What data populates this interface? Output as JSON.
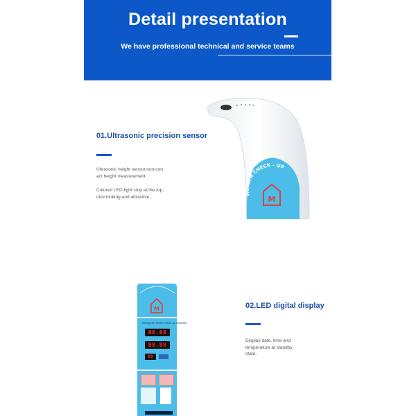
{
  "header": {
    "title": "Detail presentation",
    "subtitle": "We have professional technical and service teams"
  },
  "section1": {
    "title": "01.Ultrasonic precision sensor",
    "text_lines": [
      "Ultrasonic height sensor,non-con",
      "act height measurement",
      "Colored LED light strip at the top,",
      "nice looking and attractive"
    ],
    "device_label": "HEALTH CHECK - UP"
  },
  "section2": {
    "title": "02.LED digital display",
    "text_lines": [
      "Display date, time and",
      "temperature at standby",
      "state."
    ],
    "device_label": "Intelligent Health Check-up Machine",
    "readouts": [
      "88.88",
      "88.88",
      "88"
    ]
  },
  "colors": {
    "banner": "#0d58c8",
    "accent_bar": "#1a57c9",
    "heading_text": "#1a4fa3",
    "device_panel": "#4bbde8",
    "logo_red": "#e0413d"
  }
}
